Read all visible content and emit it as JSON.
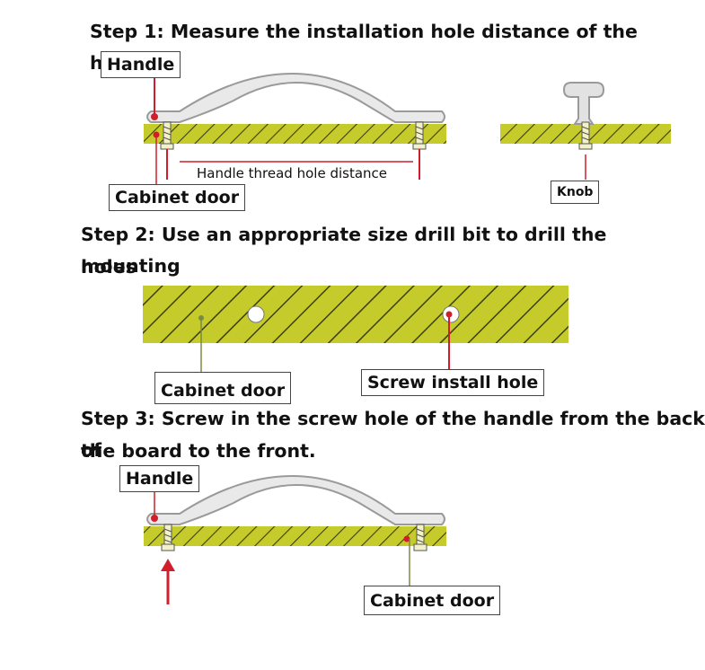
{
  "steps": {
    "step1": "Step 1: Measure the installation hole distance of the handle",
    "step2_line1": "Step 2: Use an appropriate size drill bit to drill the  mounting",
    "step2_line2": "holes",
    "step3_line1": "Step 3: Screw in the screw hole of the handle from the back of",
    "step3_line2": "the board to the front."
  },
  "labels": {
    "handle": "Handle",
    "cabinet_door": "Cabinet door",
    "knob": "Knob",
    "thread_distance": "Handle thread hole distance",
    "screw_hole": "Screw install hole"
  },
  "colors": {
    "board": "#c6cb2c",
    "hatch": "#3b3f0e",
    "handle_fill": "#e9e9e9",
    "handle_stroke": "#9a9a9a",
    "marker": "#d01f2a",
    "leader_green": "#7a8a40"
  }
}
